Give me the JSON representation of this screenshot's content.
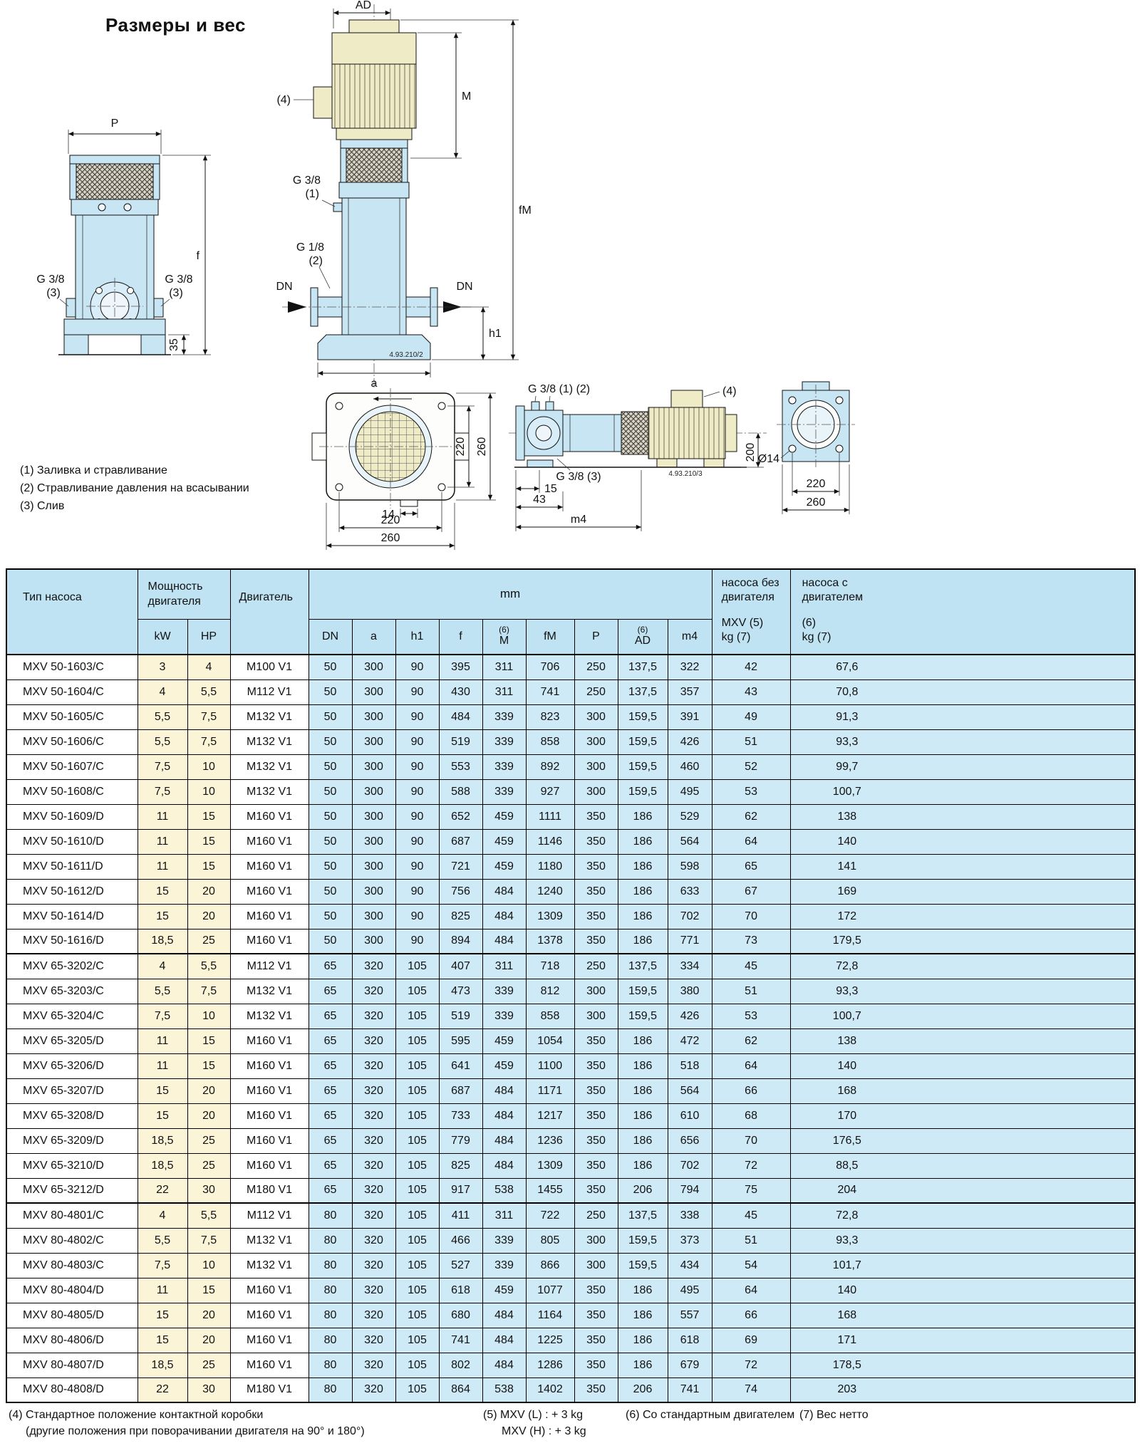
{
  "page": {
    "title": "Размеры и вес"
  },
  "notes": [
    "(1) Заливка и стравливание",
    "(2) Стравливание давления на всасывании",
    "(3) Слив"
  ],
  "drawings": {
    "front": {
      "p": "P",
      "f": "f",
      "g38": "G 3/8",
      "n3": "(3)",
      "d35": "35"
    },
    "side": {
      "ad": "AD",
      "n4": "(4)",
      "m": "M",
      "fm": "fM",
      "g38": "G 3/8",
      "n1": "(1)",
      "g18": "G 1/8",
      "n2": "(2)",
      "dn": "DN",
      "h1": "h1",
      "a": "a",
      "code": "4.93.210/2"
    },
    "top": {
      "d220": "220",
      "d260": "260",
      "d14": "14"
    },
    "horiz": {
      "g38_12": "G 3/8 (1) (2)",
      "g38_3": "G 3/8 (3)",
      "n4": "(4)",
      "code": "4.93.210/3",
      "d200": "200",
      "d15": "15",
      "d43": "43",
      "m4": "m4"
    },
    "flange": {
      "dia": "Ø14",
      "d220": "220",
      "d260": "260"
    }
  },
  "colors": {
    "table_header_blue": "#bfe3f2",
    "table_body_blue": "#cfeaf7",
    "table_cream": "#fbf4d7",
    "pump_body_blue": "#c8e5f3",
    "motor_cream": "#f0ebc7"
  },
  "table": {
    "header": {
      "pump_type": "Тип насоса",
      "power_line1": "Мощность",
      "power_line2": "двигателя",
      "motor": "Двигатель",
      "mm": "mm",
      "kw": "kW",
      "hp": "HP",
      "note6": "(6)",
      "cols": [
        "DN",
        "a",
        "h1",
        "f",
        "M",
        "fM",
        "P",
        "AD",
        "m4"
      ],
      "kg_without_lines": [
        "насоса без",
        "двигателя",
        "MXV (5)",
        "kg (7)"
      ],
      "kg_with_lines": [
        "насоса с",
        "двигателем",
        "(6)",
        "kg (7)"
      ]
    },
    "groups": [
      {
        "rows": [
          [
            "MXV 50-1603/C",
            "3",
            "4",
            "M100 V1",
            "50",
            "300",
            "90",
            "395",
            "311",
            "706",
            "250",
            "137,5",
            "322",
            "42",
            "67,6"
          ],
          [
            "MXV 50-1604/C",
            "4",
            "5,5",
            "M112 V1",
            "50",
            "300",
            "90",
            "430",
            "311",
            "741",
            "250",
            "137,5",
            "357",
            "43",
            "70,8"
          ],
          [
            "MXV 50-1605/C",
            "5,5",
            "7,5",
            "M132 V1",
            "50",
            "300",
            "90",
            "484",
            "339",
            "823",
            "300",
            "159,5",
            "391",
            "49",
            "91,3"
          ],
          [
            "MXV 50-1606/C",
            "5,5",
            "7,5",
            "M132 V1",
            "50",
            "300",
            "90",
            "519",
            "339",
            "858",
            "300",
            "159,5",
            "426",
            "51",
            "93,3"
          ],
          [
            "MXV 50-1607/C",
            "7,5",
            "10",
            "M132 V1",
            "50",
            "300",
            "90",
            "553",
            "339",
            "892",
            "300",
            "159,5",
            "460",
            "52",
            "99,7"
          ],
          [
            "MXV 50-1608/C",
            "7,5",
            "10",
            "M132 V1",
            "50",
            "300",
            "90",
            "588",
            "339",
            "927",
            "300",
            "159,5",
            "495",
            "53",
            "100,7"
          ],
          [
            "MXV 50-1609/D",
            "11",
            "15",
            "M160 V1",
            "50",
            "300",
            "90",
            "652",
            "459",
            "1111",
            "350",
            "186",
            "529",
            "62",
            "138"
          ],
          [
            "MXV 50-1610/D",
            "11",
            "15",
            "M160 V1",
            "50",
            "300",
            "90",
            "687",
            "459",
            "1146",
            "350",
            "186",
            "564",
            "64",
            "140"
          ],
          [
            "MXV 50-1611/D",
            "11",
            "15",
            "M160 V1",
            "50",
            "300",
            "90",
            "721",
            "459",
            "1180",
            "350",
            "186",
            "598",
            "65",
            "141"
          ],
          [
            "MXV 50-1612/D",
            "15",
            "20",
            "M160 V1",
            "50",
            "300",
            "90",
            "756",
            "484",
            "1240",
            "350",
            "186",
            "633",
            "67",
            "169"
          ],
          [
            "MXV 50-1614/D",
            "15",
            "20",
            "M160 V1",
            "50",
            "300",
            "90",
            "825",
            "484",
            "1309",
            "350",
            "186",
            "702",
            "70",
            "172"
          ],
          [
            "MXV 50-1616/D",
            "18,5",
            "25",
            "M160 V1",
            "50",
            "300",
            "90",
            "894",
            "484",
            "1378",
            "350",
            "186",
            "771",
            "73",
            "179,5"
          ]
        ]
      },
      {
        "rows": [
          [
            "MXV 65-3202/C",
            "4",
            "5,5",
            "M112 V1",
            "65",
            "320",
            "105",
            "407",
            "311",
            "718",
            "250",
            "137,5",
            "334",
            "45",
            "72,8"
          ],
          [
            "MXV 65-3203/C",
            "5,5",
            "7,5",
            "M132 V1",
            "65",
            "320",
            "105",
            "473",
            "339",
            "812",
            "300",
            "159,5",
            "380",
            "51",
            "93,3"
          ],
          [
            "MXV 65-3204/C",
            "7,5",
            "10",
            "M132 V1",
            "65",
            "320",
            "105",
            "519",
            "339",
            "858",
            "300",
            "159,5",
            "426",
            "53",
            "100,7"
          ],
          [
            "MXV 65-3205/D",
            "11",
            "15",
            "M160 V1",
            "65",
            "320",
            "105",
            "595",
            "459",
            "1054",
            "350",
            "186",
            "472",
            "62",
            "138"
          ],
          [
            "MXV 65-3206/D",
            "11",
            "15",
            "M160 V1",
            "65",
            "320",
            "105",
            "641",
            "459",
            "1100",
            "350",
            "186",
            "518",
            "64",
            "140"
          ],
          [
            "MXV 65-3207/D",
            "15",
            "20",
            "M160 V1",
            "65",
            "320",
            "105",
            "687",
            "484",
            "1171",
            "350",
            "186",
            "564",
            "66",
            "168"
          ],
          [
            "MXV 65-3208/D",
            "15",
            "20",
            "M160 V1",
            "65",
            "320",
            "105",
            "733",
            "484",
            "1217",
            "350",
            "186",
            "610",
            "68",
            "170"
          ],
          [
            "MXV 65-3209/D",
            "18,5",
            "25",
            "M160 V1",
            "65",
            "320",
            "105",
            "779",
            "484",
            "1236",
            "350",
            "186",
            "656",
            "70",
            "176,5"
          ],
          [
            "MXV 65-3210/D",
            "18,5",
            "25",
            "M160 V1",
            "65",
            "320",
            "105",
            "825",
            "484",
            "1309",
            "350",
            "186",
            "702",
            "72",
            "88,5"
          ],
          [
            "MXV 65-3212/D",
            "22",
            "30",
            "M180 V1",
            "65",
            "320",
            "105",
            "917",
            "538",
            "1455",
            "350",
            "206",
            "794",
            "75",
            "204"
          ]
        ]
      },
      {
        "rows": [
          [
            "MXV 80-4801/C",
            "4",
            "5,5",
            "M112 V1",
            "80",
            "320",
            "105",
            "411",
            "311",
            "722",
            "250",
            "137,5",
            "338",
            "45",
            "72,8"
          ],
          [
            "MXV 80-4802/C",
            "5,5",
            "7,5",
            "M132 V1",
            "80",
            "320",
            "105",
            "466",
            "339",
            "805",
            "300",
            "159,5",
            "373",
            "51",
            "93,3"
          ],
          [
            "MXV 80-4803/C",
            "7,5",
            "10",
            "M132 V1",
            "80",
            "320",
            "105",
            "527",
            "339",
            "866",
            "300",
            "159,5",
            "434",
            "54",
            "101,7"
          ],
          [
            "MXV 80-4804/D",
            "11",
            "15",
            "M160 V1",
            "80",
            "320",
            "105",
            "618",
            "459",
            "1077",
            "350",
            "186",
            "495",
            "64",
            "140"
          ],
          [
            "MXV 80-4805/D",
            "15",
            "20",
            "M160 V1",
            "80",
            "320",
            "105",
            "680",
            "484",
            "1164",
            "350",
            "186",
            "557",
            "66",
            "168"
          ],
          [
            "MXV 80-4806/D",
            "15",
            "20",
            "M160 V1",
            "80",
            "320",
            "105",
            "741",
            "484",
            "1225",
            "350",
            "186",
            "618",
            "69",
            "171"
          ],
          [
            "MXV 80-4807/D",
            "18,5",
            "25",
            "M160 V1",
            "80",
            "320",
            "105",
            "802",
            "484",
            "1286",
            "350",
            "186",
            "679",
            "72",
            "178,5"
          ],
          [
            "MXV 80-4808/D",
            "22",
            "30",
            "M180 V1",
            "80",
            "320",
            "105",
            "864",
            "538",
            "1402",
            "350",
            "206",
            "741",
            "74",
            "203"
          ]
        ]
      }
    ]
  },
  "footnotes": {
    "f4a": "(4) Стандартное положение контактной коробки",
    "f4b": "(другие положения при поворачивании двигателя на 90° и 180°)",
    "f5a": "(5) MXV (L) : + 3 kg",
    "f5b": "MXV (H) : + 3 kg",
    "f6": "(6) Со стандартным двигателем",
    "f7": "(7) Вес нетто"
  }
}
